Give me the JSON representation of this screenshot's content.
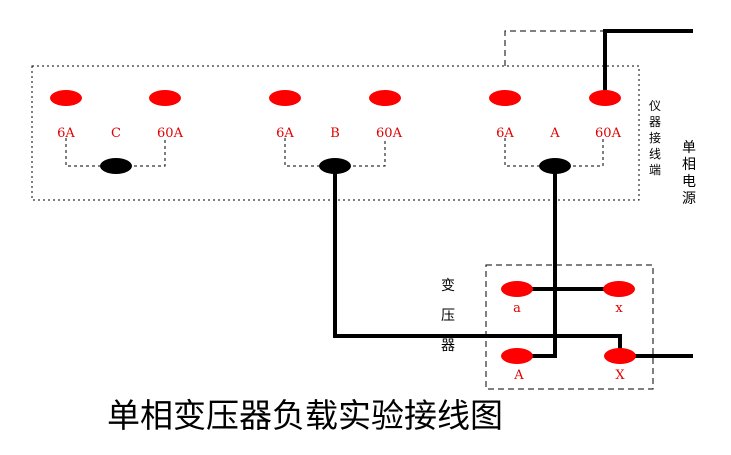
{
  "colors": {
    "terminal": "#ff0000",
    "connector": "#000000",
    "wire": "#000000",
    "dashed_box": "#000000",
    "label_red": "#e00000"
  },
  "instrument": {
    "side_label": "仪器接线端",
    "terminal_labels": [
      "6A",
      "60A",
      "6A",
      "60A",
      "6A",
      "60A"
    ],
    "phase_labels": [
      "C",
      "B",
      "A"
    ]
  },
  "power_supply": {
    "label": "单相电源"
  },
  "transformer": {
    "label": "变压器",
    "terminal_labels": [
      "a",
      "x",
      "A",
      "X"
    ]
  },
  "title": "单相变压器负载实验接线图"
}
